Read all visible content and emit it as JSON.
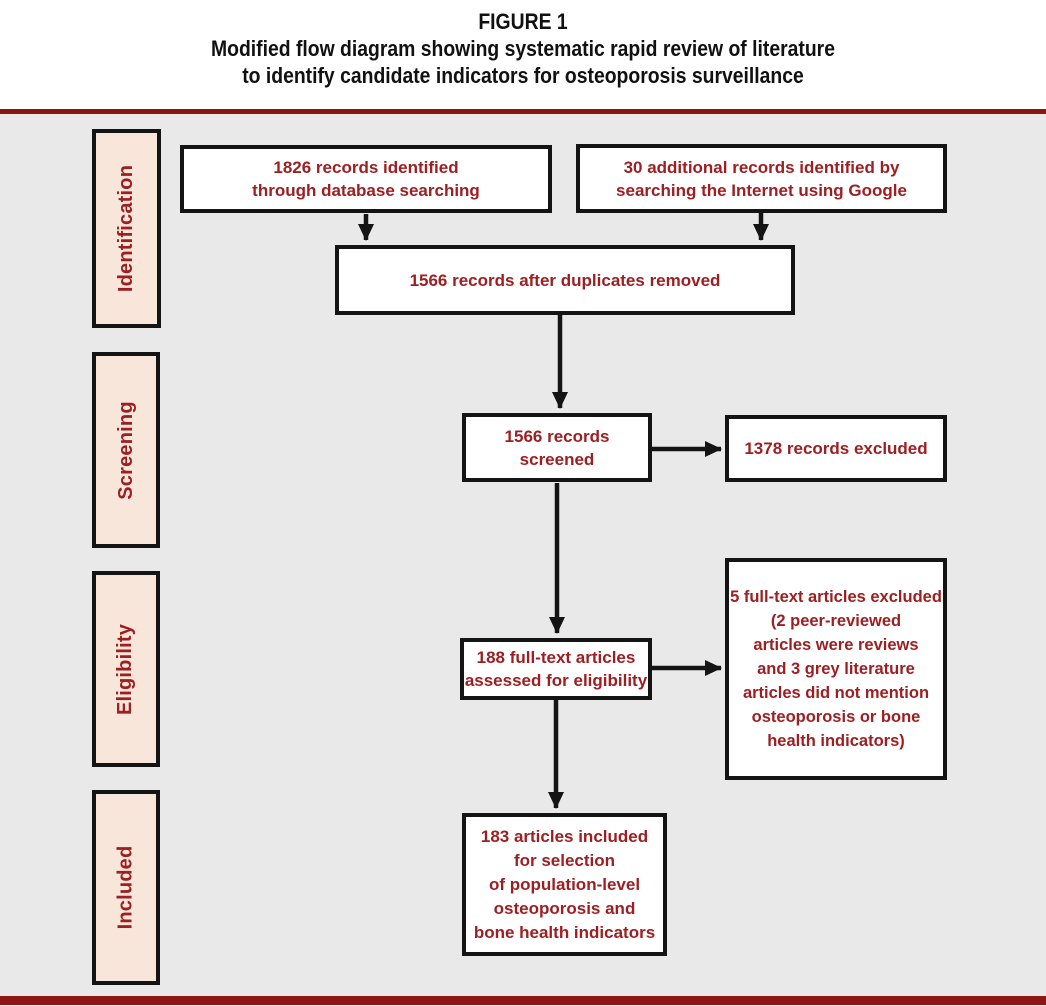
{
  "title": {
    "figure_label": "FIGURE 1",
    "line1": "Modified flow diagram showing systematic rapid review of literature",
    "line2": "to identify candidate indicators for osteoporosis surveillance"
  },
  "stages": [
    {
      "label": "Identification"
    },
    {
      "label": "Screening"
    },
    {
      "label": "Eligibility"
    },
    {
      "label": "Included"
    }
  ],
  "boxes": {
    "database": "1826 records identified\nthrough database searching",
    "google": "30 additional records identified by\nsearching the Internet using Google",
    "dedup": "1566 records after duplicates removed",
    "screened": "1566 records screened",
    "screened_excluded": "1378 records excluded",
    "fulltext": "188 full-text articles\nassessed for eligibility",
    "fulltext_excluded": "5 full-text articles excluded\n(2 peer-reviewed\narticles were reviews\nand 3 grey literature\narticles did not mention\nosteoporosis or bone\nhealth indicators)",
    "included": "183 articles included\nfor selection\nof population-level\nosteoporosis and\nbone health indicators"
  },
  "colors": {
    "accent_rule_red": "#8e1513",
    "box_text_red": "#9d1f22",
    "stage_fill_pink": "#f8e6da",
    "diagram_background": "#e9e9ea",
    "border_black": "#141414"
  }
}
